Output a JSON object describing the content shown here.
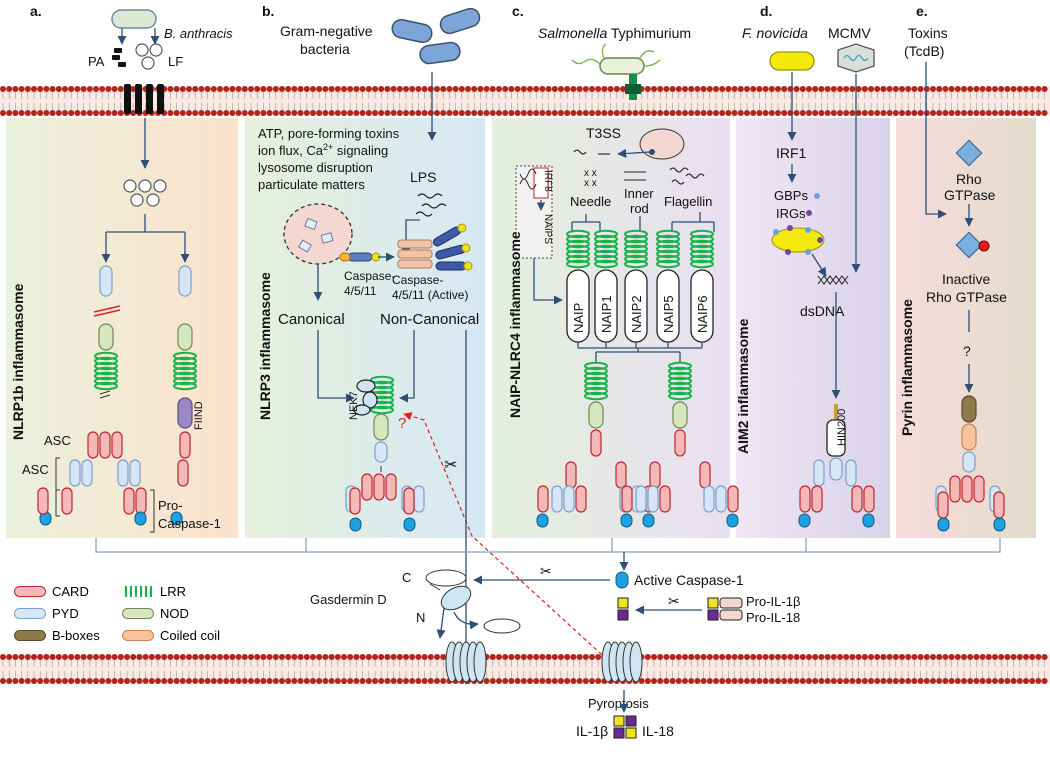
{
  "panels": {
    "a": {
      "letter": "a.",
      "pathogen": "B. anthracis",
      "pa": "PA",
      "lf": "LF",
      "title": "NLRP1b inflammasome",
      "fiind": "FIIND",
      "asc1": "ASC",
      "asc2": "ASC",
      "procasp_1": "Pro-",
      "procasp_2": "Caspase-1"
    },
    "b": {
      "letter": "b.",
      "trigger_1": "Gram-negative",
      "trigger_2": "bacteria",
      "stim_1": "ATP, pore-forming toxins",
      "stim_2": "ion flux, Ca",
      "stim_2_sup": "2+",
      "stim_2_end": " signaling",
      "stim_3": "lysosome disruption",
      "stim_4": "particulate matters",
      "lps": "LPS",
      "casp_a": "Caspase-",
      "casp_b": "4/5/11",
      "casp_act_a": "Caspase-",
      "casp_act_b": "4/5/11 (Active)",
      "canonical": "Canonical",
      "noncanonical": "Non-Canonical",
      "nek7": "NEK7",
      "title": "NLRP3 inflammasome",
      "question": "?"
    },
    "c": {
      "letter": "c.",
      "pathogen_it": "Salmonella",
      "pathogen": " Typhimurium",
      "t3ss": "T3SS",
      "irf8": "IRF8",
      "naips": "NAIPS",
      "needle": "Needle",
      "inner_1": "Inner",
      "inner_2": "rod",
      "flagellin": "Flagellin",
      "title": "NAIP-NLRC4 inflammasome",
      "naip_labels": [
        "NAIP",
        "NAIP1",
        "NAIP2",
        "NAIP5",
        "NAIP6"
      ]
    },
    "d": {
      "letter": "d.",
      "pathogen": "F. novicida",
      "virus": "MCMV",
      "irf1": "IRF1",
      "gbps": "GBPs",
      "irgs": "IRGs",
      "dsdna": "dsDNA",
      "hin200": "HIN200",
      "title": "AIM2 inflammasome"
    },
    "e": {
      "letter": "e.",
      "toxin_1": "Toxins",
      "toxin_2": "(TcdB)",
      "rho_1": "Rho",
      "rho_2": "GTPase",
      "inactive_1": "Inactive",
      "inactive_2": "Rho GTPase",
      "question": "?",
      "title": "Pyrin inflammasome"
    }
  },
  "bottom": {
    "active_casp1": "Active Caspase-1",
    "gsdmd": "Gasdermin D",
    "c_term": "C",
    "n_term": "N",
    "pro_il1b": "Pro-IL-1β",
    "pro_il18": "Pro-IL-18",
    "pyroptosis": "Pyroptosis",
    "il1b": "IL-1β",
    "il18": "IL-18"
  },
  "legend": [
    {
      "label": "CARD",
      "fill": "#f4b8b8",
      "stroke": "#c0262d",
      "shape": "pill"
    },
    {
      "label": "LRR",
      "fill": "none",
      "stroke": "#19b34a",
      "shape": "coil"
    },
    {
      "label": "PYD",
      "fill": "#d7e6f7",
      "stroke": "#7aa0cc",
      "shape": "pill"
    },
    {
      "label": "NOD",
      "fill": "#d6e6bf",
      "stroke": "#6f8a4f",
      "shape": "pill"
    },
    {
      "label": "B-boxes",
      "fill": "#8c7a47",
      "stroke": "#5b4d2a",
      "shape": "pill"
    },
    {
      "label": "Coiled coil",
      "fill": "#f6c39a",
      "stroke": "#c98455",
      "shape": "pill"
    }
  ],
  "colors": {
    "card": "#f4b8b8",
    "pyd": "#d7e6f7",
    "lrr": "#19b34a",
    "nod": "#d6e6bf",
    "bbox": "#8c7a47",
    "coil": "#f6c39a",
    "caspase": "#1fa0e0",
    "membrane": "#b3241c",
    "il1b": "#f0e21b",
    "il18": "#6a2c91"
  }
}
